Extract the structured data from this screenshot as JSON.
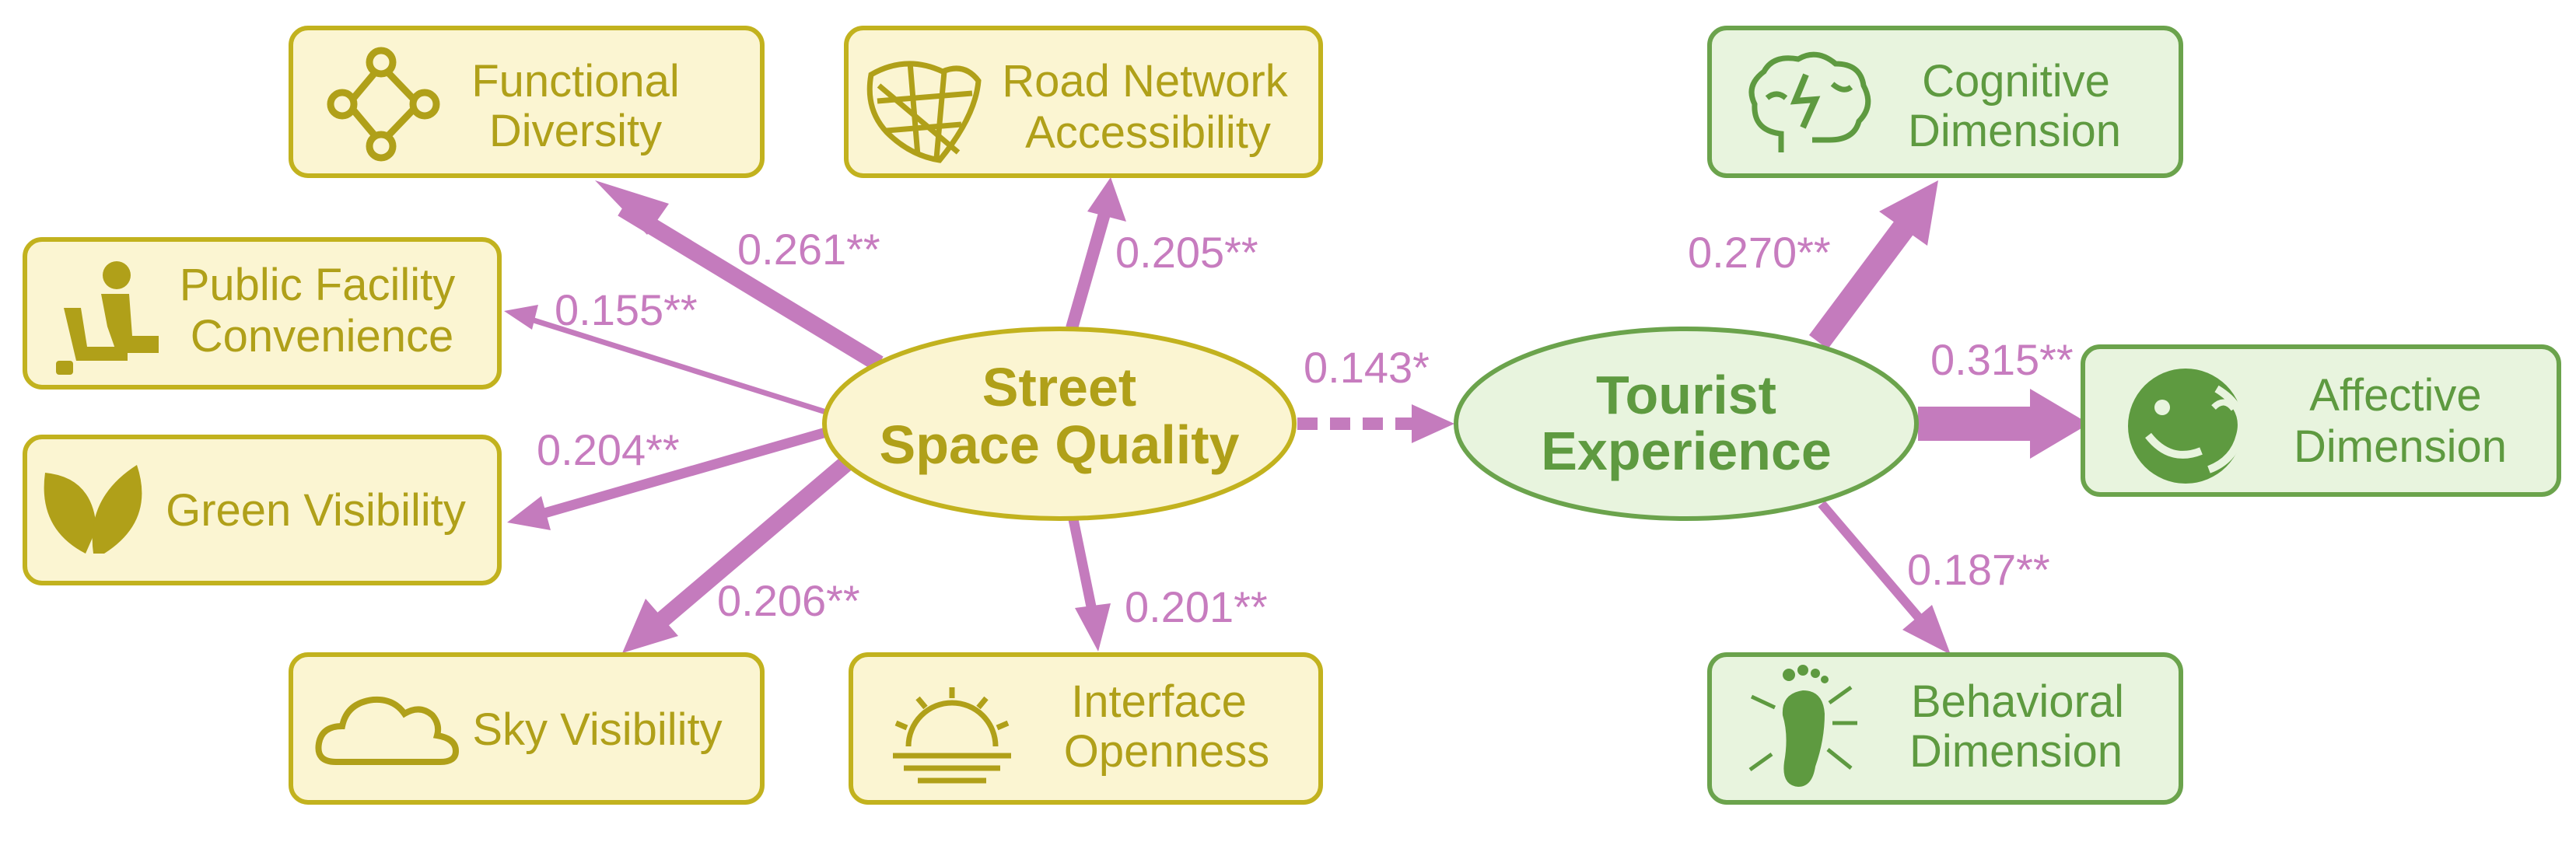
{
  "colors": {
    "left_fill": "#fbf5d2",
    "left_stroke": "#c2b21e",
    "left_text": "#b0a019",
    "right_fill": "#e8f4de",
    "right_stroke": "#6ba34c",
    "right_text": "#5e9a40",
    "arrow": "#c47bbd"
  },
  "center_left": {
    "line1": "Street",
    "line2": "Space Quality"
  },
  "center_right": {
    "line1": "Tourist",
    "line2": "Experience"
  },
  "left_boxes": {
    "functional": {
      "line1": "Functional",
      "line2": "Diversity",
      "icon": "network-nodes-icon"
    },
    "road": {
      "line1": "Road Network",
      "line2": "Accessibility",
      "icon": "road-map-icon"
    },
    "public": {
      "line1": "Public Facility",
      "line2": "Convenience",
      "icon": "seated-person-icon"
    },
    "green": {
      "line1": "Green Visibility",
      "icon": "leaves-icon"
    },
    "sky": {
      "line1": "Sky Visibility",
      "icon": "cloud-icon"
    },
    "interface": {
      "line1": "Interface",
      "line2": "Openness",
      "icon": "sunrise-icon"
    }
  },
  "right_boxes": {
    "cognitive": {
      "line1": "Cognitive",
      "line2": "Dimension",
      "icon": "brain-icon"
    },
    "affective": {
      "line1": "Affective",
      "line2": "Dimension",
      "icon": "face-icon"
    },
    "behavioral": {
      "line1": "Behavioral",
      "line2": "Dimension",
      "icon": "footprint-icon"
    }
  },
  "paths": {
    "functional": "0.261**",
    "road": "0.205**",
    "public": "0.155**",
    "green": "0.204**",
    "sky": "0.206**",
    "interface": "0.201**",
    "main": "0.143*",
    "cognitive": "0.270**",
    "affective": "0.315**",
    "behavioral": "0.187**"
  }
}
